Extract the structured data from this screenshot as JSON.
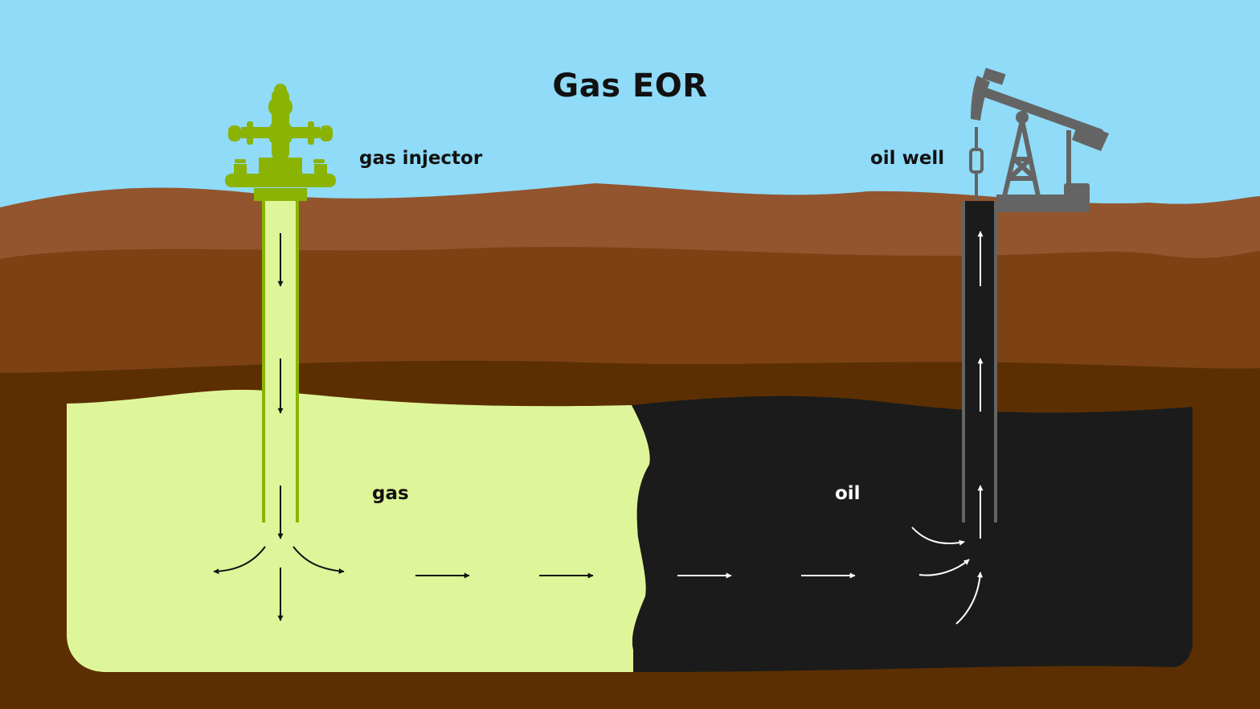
{
  "title": "Gas EOR",
  "labels": {
    "gas_injector": "gas injector",
    "oil_well": "oil well",
    "gas": "gas",
    "oil": "oil"
  },
  "colors": {
    "sky": "#8fdbf8",
    "soil_top": "#93552e",
    "soil_mid": "#7c4214",
    "soil_deep": "#5c2f02",
    "gas_zone": "#dff599",
    "oil_zone": "#1b1b1b",
    "injector": "#8ab304",
    "pump": "#646464",
    "arrow_dark": "#111111",
    "arrow_light": "#ffffff"
  },
  "icons": {
    "injector": "wellhead-injector-icon",
    "pump": "pump-jack-icon"
  }
}
